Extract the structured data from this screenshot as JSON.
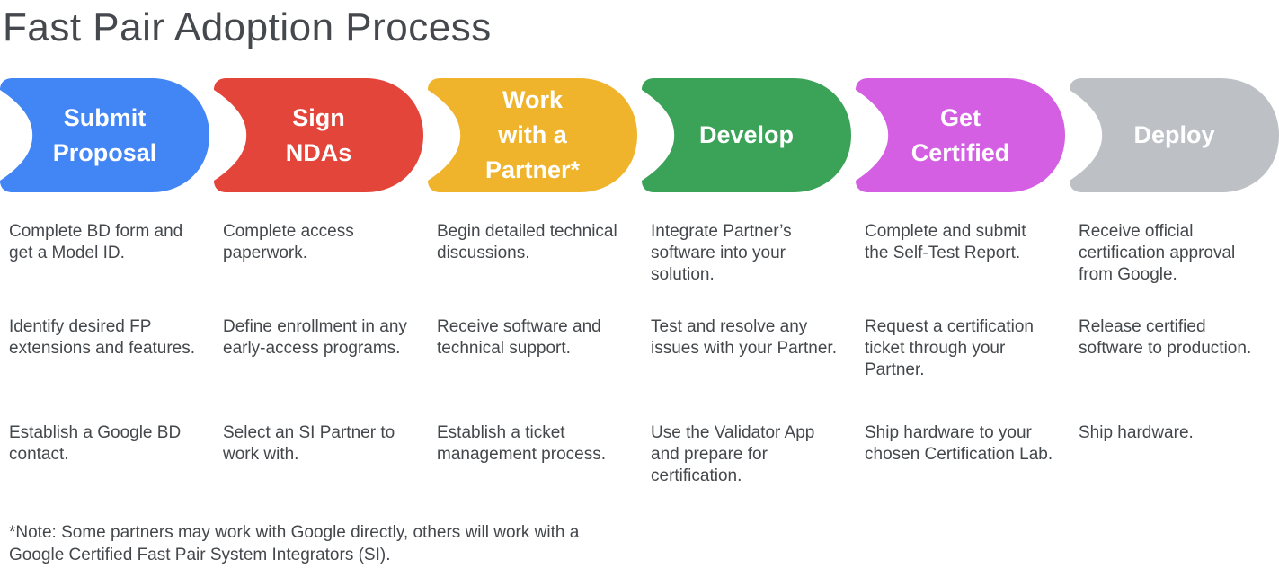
{
  "page": {
    "title": "Fast Pair Adoption Process"
  },
  "stages": [
    {
      "label": "Submit\nProposal",
      "color": "#4285F4",
      "tasks": [
        "Complete BD form and get a Model ID.",
        "Identify desired FP extensions and features.",
        "Establish a Google BD contact."
      ]
    },
    {
      "label": "Sign\nNDAs",
      "color": "#E3453A",
      "tasks": [
        "Complete access paperwork.",
        "Define enrollment in any early-access programs.",
        "Select an SI Partner to work with."
      ]
    },
    {
      "label": "Work\nwith a\nPartner*",
      "color": "#F0B42C",
      "tasks": [
        "Begin detailed technical discussions.",
        "Receive software and technical support.",
        "Establish a ticket management process."
      ]
    },
    {
      "label": "Develop",
      "color": "#3BA358",
      "tasks": [
        "Integrate Partner’s software into your solution.",
        "Test and resolve any issues with your Partner.",
        "Use the Validator App and prepare for certification."
      ]
    },
    {
      "label": "Get\nCertified",
      "color": "#D45FE3",
      "tasks": [
        "Complete and submit the Self-Test Report.",
        "Request a certification ticket through your Partner.",
        "Ship hardware to your chosen Certification Lab."
      ]
    },
    {
      "label": "Deploy",
      "color": "#BDC1C6",
      "tasks": [
        "Receive official certification approval from Google.",
        "Release certified software to production.",
        "Ship hardware."
      ]
    }
  ],
  "footnote": "*Note: Some partners may work with Google directly, others will work with a\nGoogle Certified Fast Pair System Integrators (SI)."
}
